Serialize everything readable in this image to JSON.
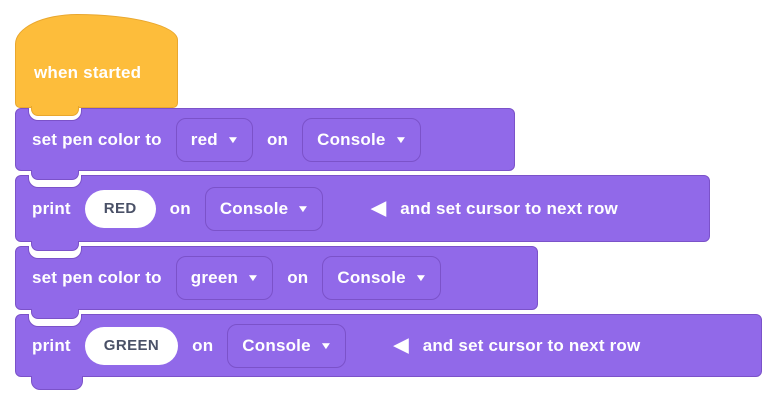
{
  "colors": {
    "command_block_fill": "#9169E9",
    "command_block_border": "#7B52C9",
    "hat_block_fill": "#FDBD3B",
    "hat_block_border": "#E9A72E",
    "slot_fill": "#FFFFFF",
    "slot_text": "#4A5167",
    "label_text": "#FFFFFF",
    "workspace_background": "#FFFFFF"
  },
  "icons": {
    "dropdown_caret": "▼",
    "expand_left_arrow": "◀"
  },
  "script": {
    "hat_block": {
      "label": "when started"
    },
    "blocks": [
      {
        "kind": "set-pen-color",
        "prefix": "set pen color to",
        "color": "red",
        "on": "on",
        "target": "Console"
      },
      {
        "kind": "print",
        "prefix": "print",
        "value": "RED",
        "on": "on",
        "target": "Console",
        "suffix": "and set cursor to next row"
      },
      {
        "kind": "set-pen-color",
        "prefix": "set pen color to",
        "color": "green",
        "on": "on",
        "target": "Console"
      },
      {
        "kind": "print",
        "prefix": "print",
        "value": "GREEN",
        "on": "on",
        "target": "Console",
        "suffix": "and set cursor to next row"
      }
    ]
  }
}
